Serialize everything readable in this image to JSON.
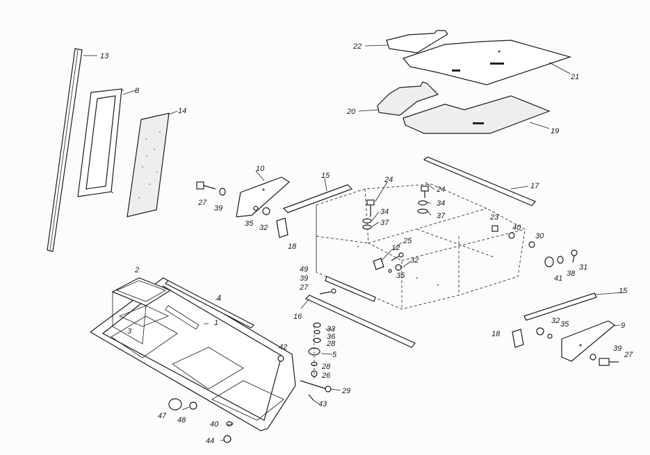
{
  "labels": {
    "p1": "1",
    "p2": "2",
    "p3": "3",
    "p4": "4",
    "p5": "5",
    "p8": "8",
    "p9": "9",
    "p10": "10",
    "p12": "12",
    "p13": "13",
    "p14": "14",
    "p15a": "15",
    "p15b": "15",
    "p16": "16",
    "p17": "17",
    "p18a": "18",
    "p18b": "18",
    "p19": "19",
    "p20": "20",
    "p21": "21",
    "p22": "22",
    "p23": "23",
    "p24a": "24",
    "p24b": "24",
    "p25": "25",
    "p26": "26",
    "p27a": "27",
    "p27b": "27",
    "p27c": "27",
    "p28a": "28",
    "p28b": "28",
    "p29": "29",
    "p30": "30",
    "p31": "31",
    "p32a": "32",
    "p32b": "32",
    "p32c": "32",
    "p33": "33",
    "p34a": "34",
    "p34b": "34",
    "p35a": "35",
    "p35b": "35",
    "p35c": "35",
    "p36": "36",
    "p37a": "37",
    "p37b": "37",
    "p38": "38",
    "p39a": "39",
    "p39b": "39",
    "p39c": "39",
    "p40a": "40",
    "p40b": "40",
    "p41": "41",
    "p42": "42",
    "p43": "43",
    "p44": "44",
    "p47": "47",
    "p48": "48",
    "p49": "49"
  },
  "colors": {
    "ink": "#1a1a1a",
    "paper": "#fcfcfb"
  }
}
